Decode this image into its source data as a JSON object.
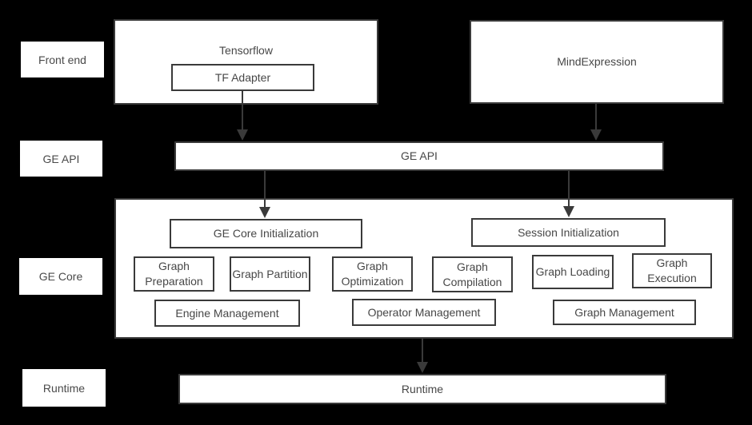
{
  "side_labels": [
    {
      "label": "Front end"
    },
    {
      "label": "GE API"
    },
    {
      "label": "GE Core"
    },
    {
      "label": "Runtime"
    }
  ],
  "frontend": {
    "tensorflow": "Tensorflow",
    "tf_adapter": "TF Adapter",
    "mindexpression": "MindExpression"
  },
  "api": {
    "label": "GE API"
  },
  "core": {
    "initialization": [
      {
        "label": "GE Core Initialization"
      },
      {
        "label": "Session Initialization"
      }
    ],
    "stages": [
      {
        "label": "Graph Preparation"
      },
      {
        "label": "Graph Partition"
      },
      {
        "label": "Graph Optimization"
      },
      {
        "label": "Graph Compilation"
      },
      {
        "label": "Graph Loading"
      },
      {
        "label": "Graph Execution"
      }
    ],
    "management": [
      {
        "label": "Engine Management"
      },
      {
        "label": "Operator Management"
      },
      {
        "label": "Graph Management"
      }
    ]
  },
  "runtime": {
    "label": "Runtime"
  },
  "colors": {
    "background": "#000000",
    "box_fill": "#ffffff",
    "box_border": "#3a3a3a",
    "text": "#474747",
    "arrow": "#3a3a3a"
  }
}
